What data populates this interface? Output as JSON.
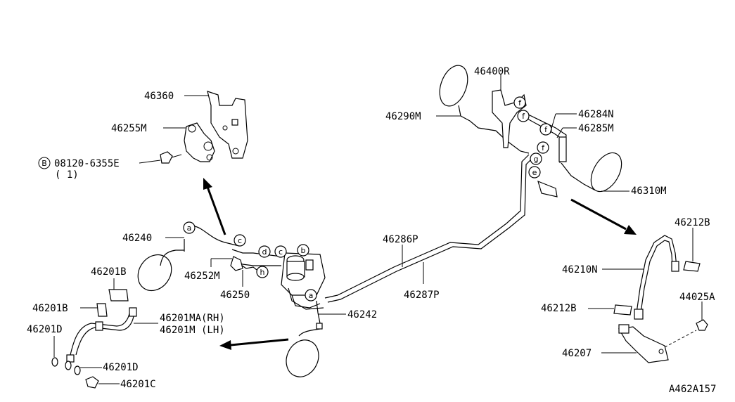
{
  "labels": {
    "l46360": "46360",
    "l46255M": "46255M",
    "l08120": "08120-6355E",
    "l08120_qty": "( 1)",
    "b_mark": "B",
    "l46240": "46240",
    "l46201B_a": "46201B",
    "l46201B_b": "46201B",
    "l46252M": "46252M",
    "l46250": "46250",
    "l46201MA": "46201MA(RH)",
    "l46201M": "46201M  (LH)",
    "l46201D_a": "46201D",
    "l46201D_b": "46201D",
    "l46201C": "46201C",
    "l46242": "46242",
    "l46286P": "46286P",
    "l46287P": "46287P",
    "l46400R": "46400R",
    "l46290M": "46290M",
    "l46284N": "46284N",
    "l46285M": "46285M",
    "l46310M": "46310M",
    "l46212B_a": "46212B",
    "l46210N": "46210N",
    "l44025A": "44025A",
    "l46212B_b": "46212B",
    "l46207": "46207",
    "ref": "A462A157"
  },
  "callouts": {
    "a": "a",
    "b": "b",
    "c1": "c",
    "c2": "c",
    "d": "d",
    "e": "e",
    "f1": "f",
    "f2": "f",
    "f3": "f",
    "f4": "f",
    "g": "g",
    "h": "h"
  }
}
